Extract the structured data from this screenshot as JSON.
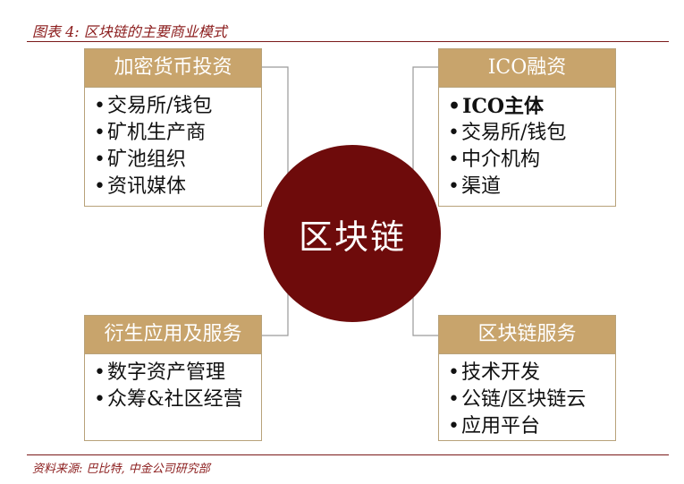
{
  "header": {
    "title": "图表 4:  区块链的主要商业模式"
  },
  "center": {
    "label": "区块链"
  },
  "boxes": {
    "crypto_investment": {
      "title": "加密货币投资",
      "items": [
        "交易所/钱包",
        "矿机生产商",
        "矿池组织",
        "资讯媒体"
      ]
    },
    "ico_financing": {
      "title": "ICO融资",
      "items": [
        "ICO主体",
        "交易所/钱包",
        "中介机构",
        "渠道"
      ]
    },
    "derivative_apps": {
      "title": "衍生应用及服务",
      "items": [
        "数字资产管理",
        "众筹&社区经营"
      ]
    },
    "blockchain_services": {
      "title": "区块链服务",
      "items": [
        "技术开发",
        "公链/区块链云",
        "应用平台"
      ]
    }
  },
  "footer": {
    "source": "资料来源:  巴比特, 中金公司研究部"
  },
  "colors": {
    "accent": "#8b1c1c",
    "circle": "#6e0b0b",
    "box_header": "#c8a46c",
    "box_border": "#b8a27a"
  }
}
